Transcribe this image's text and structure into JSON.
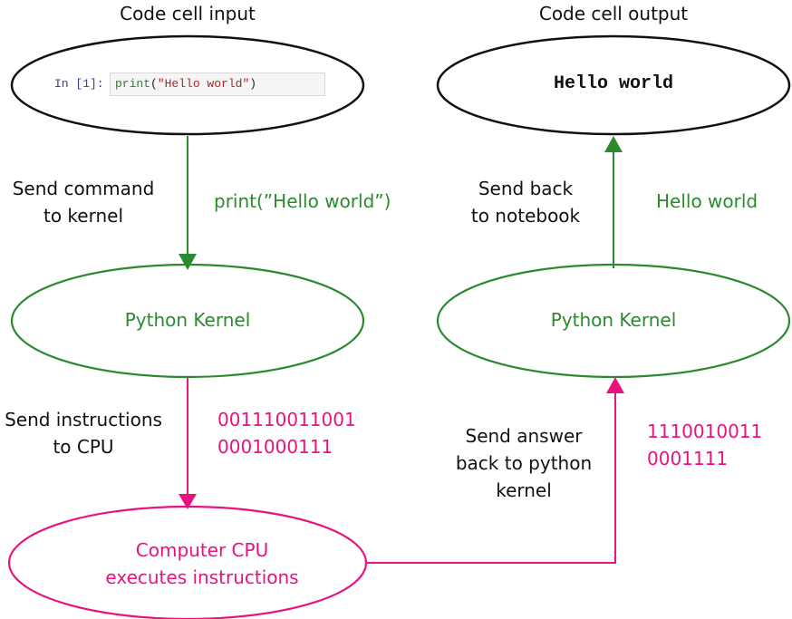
{
  "colors": {
    "black": "#111111",
    "green": "#2b8a2f",
    "pink": "#e8137f"
  },
  "titles": {
    "input": "Code cell input",
    "output": "Code cell output"
  },
  "input_cell": {
    "prompt": "In [1]:",
    "code_func": "print",
    "code_open": "(",
    "code_string": "\"Hello world\"",
    "code_close": ")"
  },
  "output_cell": {
    "text": "Hello world"
  },
  "nodes": {
    "kernel_left": "Python Kernel",
    "kernel_right": "Python Kernel",
    "cpu_line1": "Computer CPU",
    "cpu_line2": "executes instructions"
  },
  "edges": {
    "send_command": {
      "line1": "Send command",
      "line2": "to kernel",
      "payload": "print(”Hello world”)"
    },
    "send_back": {
      "line1": "Send back",
      "line2": "to notebook",
      "payload": "Hello world"
    },
    "send_instructions": {
      "line1": "Send instructions",
      "line2": "to CPU",
      "payload1": "001110011001",
      "payload2": "0001000111"
    },
    "send_answer": {
      "line1": "Send answer",
      "line2": "back to python",
      "line3": "kernel",
      "payload1": "1110010011",
      "payload2": "0001111"
    }
  }
}
